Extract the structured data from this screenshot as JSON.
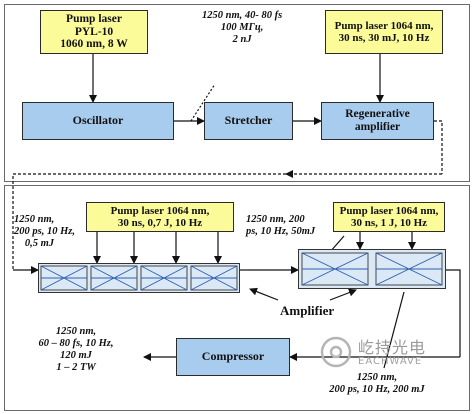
{
  "top": {
    "pump_laser_1": [
      "Pump laser",
      "PYL-10",
      "1060 nm, 8 W"
    ],
    "pump_laser_2": [
      "Pump laser 1064 nm,",
      "30 ns, 30 mJ, 10 Hz"
    ],
    "note_top": [
      "1250 nm, 40- 80 fs",
      "100 МГц,",
      "2 nJ"
    ],
    "oscillator": "Oscillator",
    "stretcher": "Stretcher",
    "regen": [
      "Regenerative",
      "amplifier"
    ]
  },
  "bottom": {
    "pump_laser_3": [
      "Pump laser 1064 nm,",
      "30 ns, 0,7 J, 10 Hz"
    ],
    "pump_laser_4": [
      "Pump laser 1064 nm,",
      "30 ns, 1 J, 10 Hz"
    ],
    "note_left": [
      "1250 nm,",
      "200 ps, 10 Hz,",
      "0,5 mJ"
    ],
    "note_mid": [
      "1250 nm, 200",
      "ps, 10 Hz, 50mJ"
    ],
    "amplifier_label": "Amplifier",
    "compressor": "Compressor",
    "note_out": [
      "1250 nm,",
      "60 – 80 fs, 10 Hz,",
      "120 mJ",
      "1 – 2 TW"
    ],
    "note_bottom": [
      "1250 nm,",
      "200 ps, 10 Hz, 200 mJ"
    ]
  },
  "watermark": {
    "cn": "屹持光电",
    "en": "EACHWAVE"
  },
  "colors": {
    "pump_box": "#fbfb9a",
    "module_box": "#a8ccee",
    "amplifier_cell": "#dbe9f7",
    "amplifier_cross": "#2f5fb0"
  }
}
